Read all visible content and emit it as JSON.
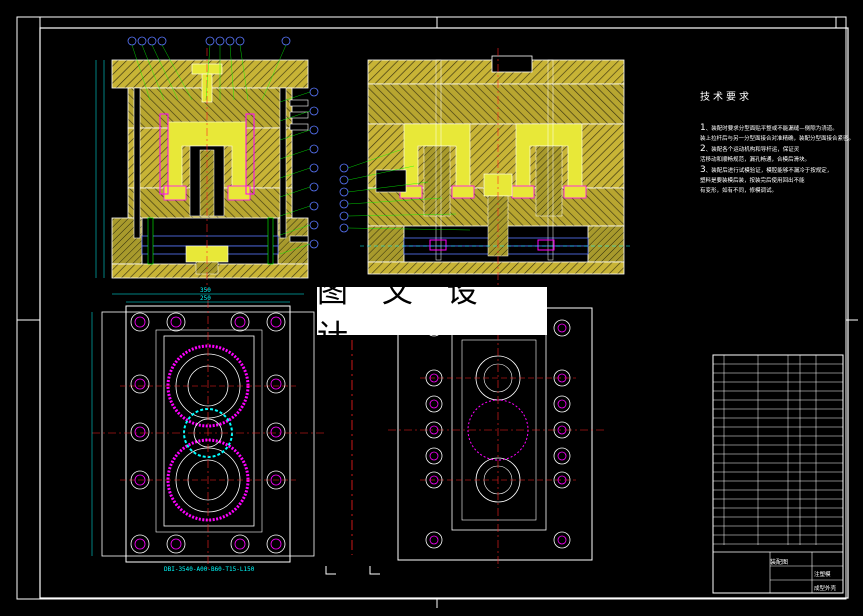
{
  "watermark": "图 文 设 计",
  "technical_requirements": {
    "title": "技术要求",
    "lines": [
      {
        "num": "1",
        "text": "、装配时要求分型面贴平整或不能漏缝—侧隙为浇道。"
      },
      {
        "num": "",
        "text": "装上拉杆后与另一分型面接合对准精确，装配分型面接合紧密。"
      },
      {
        "num": "2",
        "text": "、装配各个运动机构和导杆运，保证灵"
      },
      {
        "num": "",
        "text": "活移动和顺畅规范，漏孔畅通，合模后滑块。"
      },
      {
        "num": "3",
        "text": "、装配后进行试模验证，模腔能够不漏冷于按规定，"
      },
      {
        "num": "",
        "text": "塑料是要装模后装，按装完后使用回出不能"
      },
      {
        "num": "",
        "text": "有变形，如有不同，修模调试。"
      }
    ]
  },
  "dimensions": {
    "top_width": "350",
    "top_width_inner": "250",
    "bottom_note": "DBI-3540-A00-B60-T15-L150"
  },
  "title_block": {
    "assembly_title": "装配图",
    "drawing_name": "成型外壳",
    "part_number": "注塑模"
  },
  "colors": {
    "frame": "#ffffff",
    "plate": "#c8b436",
    "hatch": "#2a2a2a",
    "cavity": "#e8e838",
    "magenta": "#ff00ff",
    "cyan": "#00ffff",
    "green": "#00ff00",
    "blue": "#5a78ff",
    "red": "#ff2020"
  }
}
